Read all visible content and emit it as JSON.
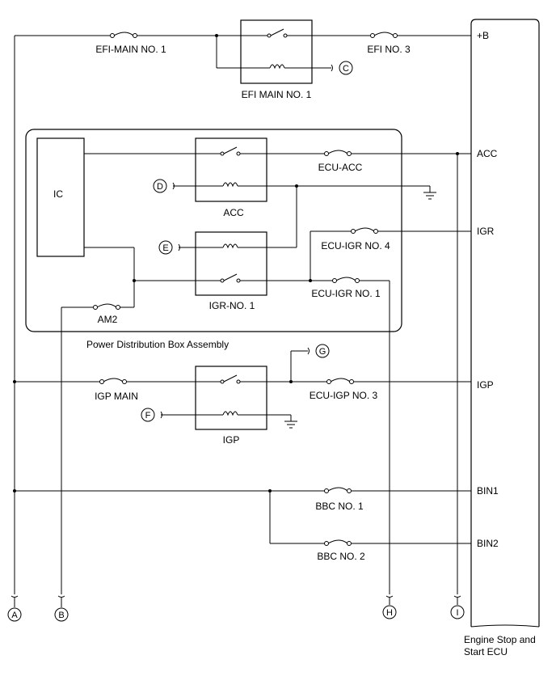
{
  "ecu": {
    "name_line1": "Engine Stop and",
    "name_line2": "Start ECU",
    "terminals": {
      "plus_b": "+B",
      "acc": "ACC",
      "igr": "IGR",
      "igp": "IGP",
      "bin1": "BIN1",
      "bin2": "BIN2"
    }
  },
  "fuses": {
    "efi_main_no1": "EFI-MAIN NO. 1",
    "efi_no3": "EFI NO. 3",
    "ecu_acc": "ECU-ACC",
    "ecu_igr_no4": "ECU-IGR NO. 4",
    "ecu_igr_no1": "ECU-IGR NO. 1",
    "am2": "AM2",
    "igp_main": "IGP MAIN",
    "ecu_igp_no3": "ECU-IGP NO. 3",
    "bbc_no1": "BBC NO. 1",
    "bbc_no2": "BBC NO. 2"
  },
  "relays": {
    "efi_main_no1": "EFI MAIN NO. 1",
    "acc": "ACC",
    "igr_no1": "IGR-NO. 1",
    "igp": "IGP"
  },
  "ic": "IC",
  "pdb": "Power Distribution Box Assembly",
  "connectors": {
    "a": "A",
    "b": "B",
    "c": "C",
    "d": "D",
    "e": "E",
    "f": "F",
    "g": "G",
    "h": "H",
    "i": "I"
  }
}
